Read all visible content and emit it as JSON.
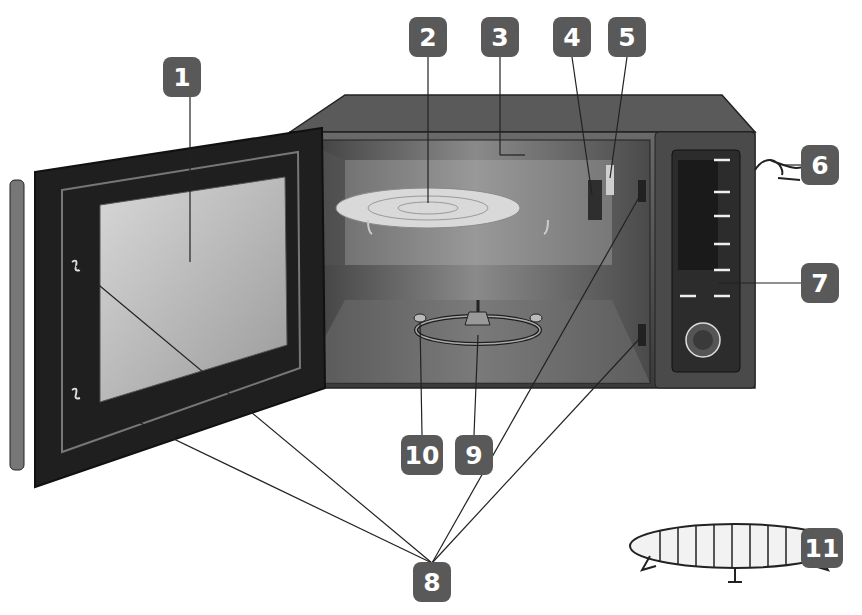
{
  "diagram": {
    "labels": [
      "1",
      "2",
      "3",
      "4",
      "5",
      "6",
      "7",
      "8",
      "9",
      "10",
      "11"
    ]
  }
}
